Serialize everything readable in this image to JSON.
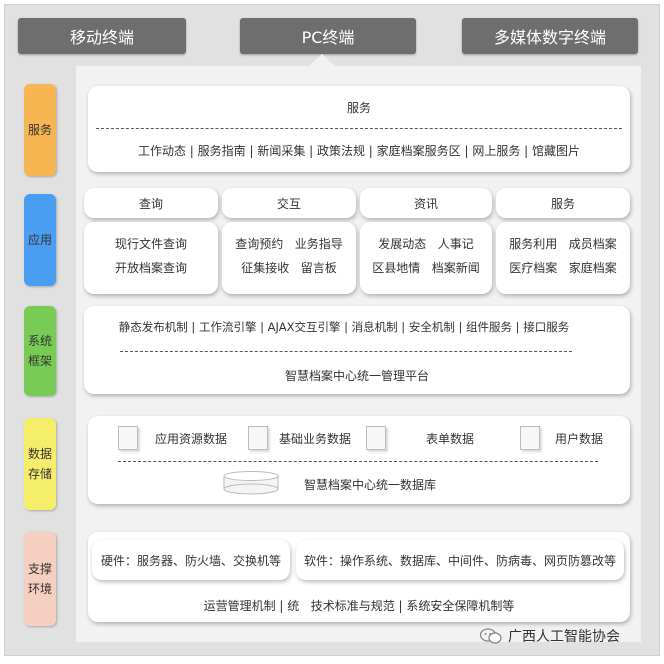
{
  "terminals": [
    "移动终端",
    "PC终端",
    "多媒体数字终端"
  ],
  "layers": {
    "service": {
      "label": "服务",
      "color": "#f8b653"
    },
    "application": {
      "label": "应用",
      "color": "#4a9ef2"
    },
    "framework": {
      "label_line1": "系统",
      "label_line2": "框架",
      "color": "#78cc55"
    },
    "storage": {
      "label_line1": "数据",
      "label_line2": "存储",
      "color": "#f5ee6a"
    },
    "support": {
      "label_line1": "支撑",
      "label_line2": "环境",
      "color": "#f5cfc0"
    }
  },
  "service": {
    "title": "服务",
    "items": "工作动态 | 服务指南 | 新闻采集 | 政策法规 | 家庭档案服务区 | 网上服务 | 馆藏图片"
  },
  "application": {
    "columns": [
      {
        "header": "查询",
        "line1": "现行文件查询",
        "line2": "开放档案查询"
      },
      {
        "header": "交互",
        "line1": "查询预约   业务指导",
        "line2": "征集接收   留言板"
      },
      {
        "header": "资讯",
        "line1": "发展动态   人事记",
        "line2": "区县地情   档案新闻"
      },
      {
        "header": "服务",
        "line1": "服务利用   成员档案",
        "line2": "医疗档案   家庭档案"
      }
    ]
  },
  "framework": {
    "items": "静态发布机制 | 工作流引擎 | AJAX交互引擎 | 消息机制 | 安全机制 | 组件服务 | 接口服务",
    "platform": "智慧档案中心统一管理平台"
  },
  "storage": {
    "items": [
      "应用资源数据",
      "基础业务数据",
      "表单数据",
      "用户数据"
    ],
    "platform": "智慧档案中心统一数据库"
  },
  "support": {
    "hardware": "硬件：服务器、防火墙、交换机等",
    "software": "软件：操作系统、数据库、中间件、防病毒、网页防篡改等",
    "mechanism": "运营管理机制 | 统   技术标准与规范 | 系统安全保障机制等"
  },
  "watermark": "广西人工智能协会"
}
